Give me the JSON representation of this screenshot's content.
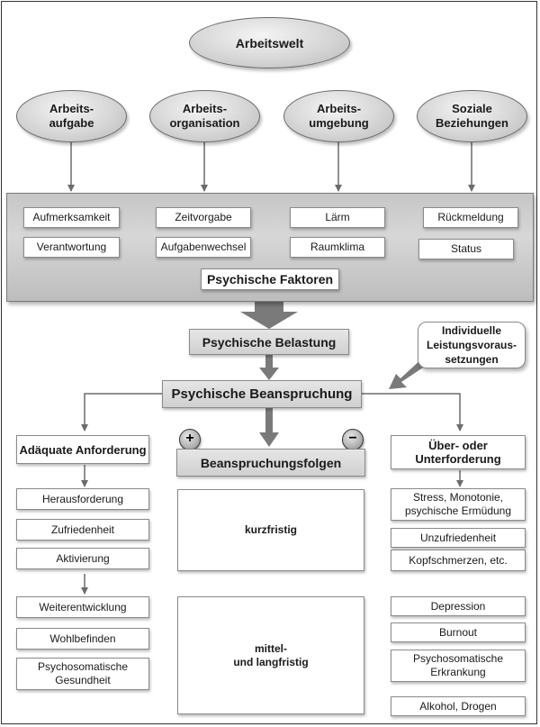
{
  "top": {
    "title": "Arbeitswelt"
  },
  "categories": [
    {
      "label": "Arbeits-\naufgabe",
      "items": [
        "Aufmerksamkeit",
        "Verantwortung"
      ]
    },
    {
      "label": "Arbeits-\norganisation",
      "items": [
        "Zeitvorgabe",
        "Aufgabenwechsel"
      ]
    },
    {
      "label": "Arbeits-\numgebung",
      "items": [
        "Lärm",
        "Raumklima"
      ]
    },
    {
      "label": "Soziale\nBeziehungen",
      "items": [
        "Rückmeldung",
        "Status"
      ]
    }
  ],
  "factors_label": "Psychische Faktoren",
  "belastung": "Psychische Belastung",
  "individual": "Individuelle\nLeistungsvoraus-\nsetzungen",
  "beanspruchung": "Psychische Beanspruchung",
  "left": {
    "title": "Adäquate Anforderung",
    "items": [
      "Herausforderung",
      "Zufriedenheit",
      "Aktivierung",
      "Weiterentwicklung",
      "Wohlbefinden",
      "Psychosomatische\nGesundheit"
    ]
  },
  "center": {
    "title": "Beanspruchungsfolgen",
    "plus": "+",
    "minus": "−",
    "short": "kurzfristig",
    "long": "mittel-\nund langfristig"
  },
  "right": {
    "title": "Über- oder\nUnterforderung",
    "items": [
      "Stress, Monotonie,\npsychische Ermüdung",
      "Unzufriedenheit",
      "Kopfschmerzen, etc.",
      "Depression",
      "Burnout",
      "Psychosomatische\nErkrankung",
      "Alkohol, Drogen"
    ]
  }
}
